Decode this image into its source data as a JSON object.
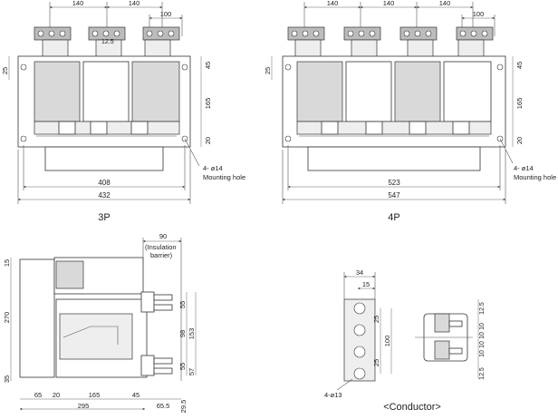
{
  "views": {
    "three_pole": {
      "title": "3P",
      "dims": {
        "pitch_a": "140",
        "pitch_b": "140",
        "terminal_w": "100",
        "slot": "12.5",
        "top_margin": "25",
        "right_top": "45",
        "height": "165",
        "right_bottom": "20",
        "mount_span": "408",
        "overall": "432"
      },
      "mounting_note": "4- ø14",
      "mounting_label": "Mounting hole"
    },
    "four_pole": {
      "title": "4P",
      "dims": {
        "pitch_a": "140",
        "pitch_b": "140",
        "pitch_c": "140",
        "terminal_w": "100",
        "top_margin": "25",
        "right_top": "45",
        "height": "165",
        "right_bottom": "20",
        "mount_span": "523",
        "overall": "547"
      },
      "mounting_note": "4- ø14",
      "mounting_label": "Mounting hole"
    },
    "side": {
      "barrier_dim": "90",
      "barrier_note_1": "(Insulation",
      "barrier_note_2": "barrier)",
      "dims": {
        "top": "15",
        "height": "270",
        "bottom": "35",
        "r55a": "55",
        "r98": "98",
        "r153": "153",
        "r55b": "55",
        "r57": "57",
        "b65": "65",
        "b20": "20",
        "b165": "165",
        "b45": "45",
        "overall": "295",
        "r655": "65.5",
        "r295": "29.5"
      }
    },
    "conductor": {
      "title": "<Conductor>",
      "dims": {
        "w34": "34",
        "w15": "15",
        "h25a": "25",
        "h100": "100",
        "h25b": "25",
        "c125a": "12.5",
        "c10a": "10",
        "c10b": "10",
        "c10c": "10",
        "c10d": "10",
        "c125b": "12.5"
      },
      "hole_note": "4-ø13"
    }
  }
}
